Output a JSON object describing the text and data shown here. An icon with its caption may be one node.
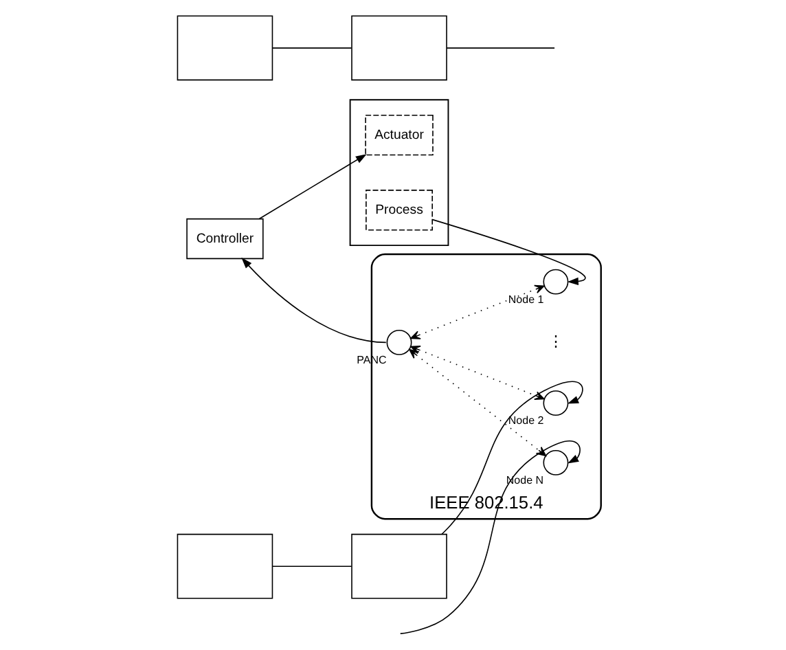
{
  "diagram": {
    "nodes": [
      {
        "text": [
          "Controller"
        ]
      },
      {
        "text": [],
        "shape": "box"
      },
      {
        "text": [],
        "shape": "box"
      },
      {
        "text": [],
        "shape": "box"
      },
      {
        "text": [
          "Actuator"
        ],
        "in": 3
      },
      {
        "text": [
          "Process"
        ],
        "in": 3
      },
      {
        "text": [],
        "shape": "box"
      },
      {
        "text": [],
        "shape": "box"
      },
      {
        "text": [
          "IEEE 802.15.4"
        ]
      },
      {
        "text": [],
        "shape": "circle",
        "beside": [
          "PANC"
        ],
        "in": 8
      },
      {
        "text": [],
        "shape": "circle",
        "beside": [
          "Node 1"
        ],
        "in": 8
      },
      {
        "text": [],
        "shape": "circle",
        "beside": [
          "Node 2"
        ],
        "in": 8
      },
      {
        "text": [],
        "shape": "circle",
        "beside": [
          "Node N"
        ],
        "in": 8
      }
    ],
    "edges": [
      {
        "from": 0,
        "to": 4,
        "arrow": "to"
      },
      {
        "from": 1,
        "to": 6,
        "arrow": "none"
      },
      {
        "from": 2,
        "to": 7,
        "arrow": "none"
      },
      {
        "from": 5,
        "to": 10,
        "arrow": "to"
      },
      {
        "from": 6,
        "to": 11,
        "arrow": "to"
      },
      {
        "from": 7,
        "to": null,
        "arrow": "none"
      },
      {
        "from": null,
        "to": 12,
        "arrow": "to"
      },
      {
        "from": 9,
        "to": 0,
        "arrow": "to"
      },
      {
        "from": 9,
        "to": 10,
        "arrow": "both",
        "style": "dashed"
      },
      {
        "from": 9,
        "to": 11,
        "arrow": "both",
        "style": "dashed"
      },
      {
        "from": 9,
        "to": 12,
        "arrow": "both",
        "style": "dashed"
      }
    ],
    "labels": [
      "⋮"
    ]
  }
}
